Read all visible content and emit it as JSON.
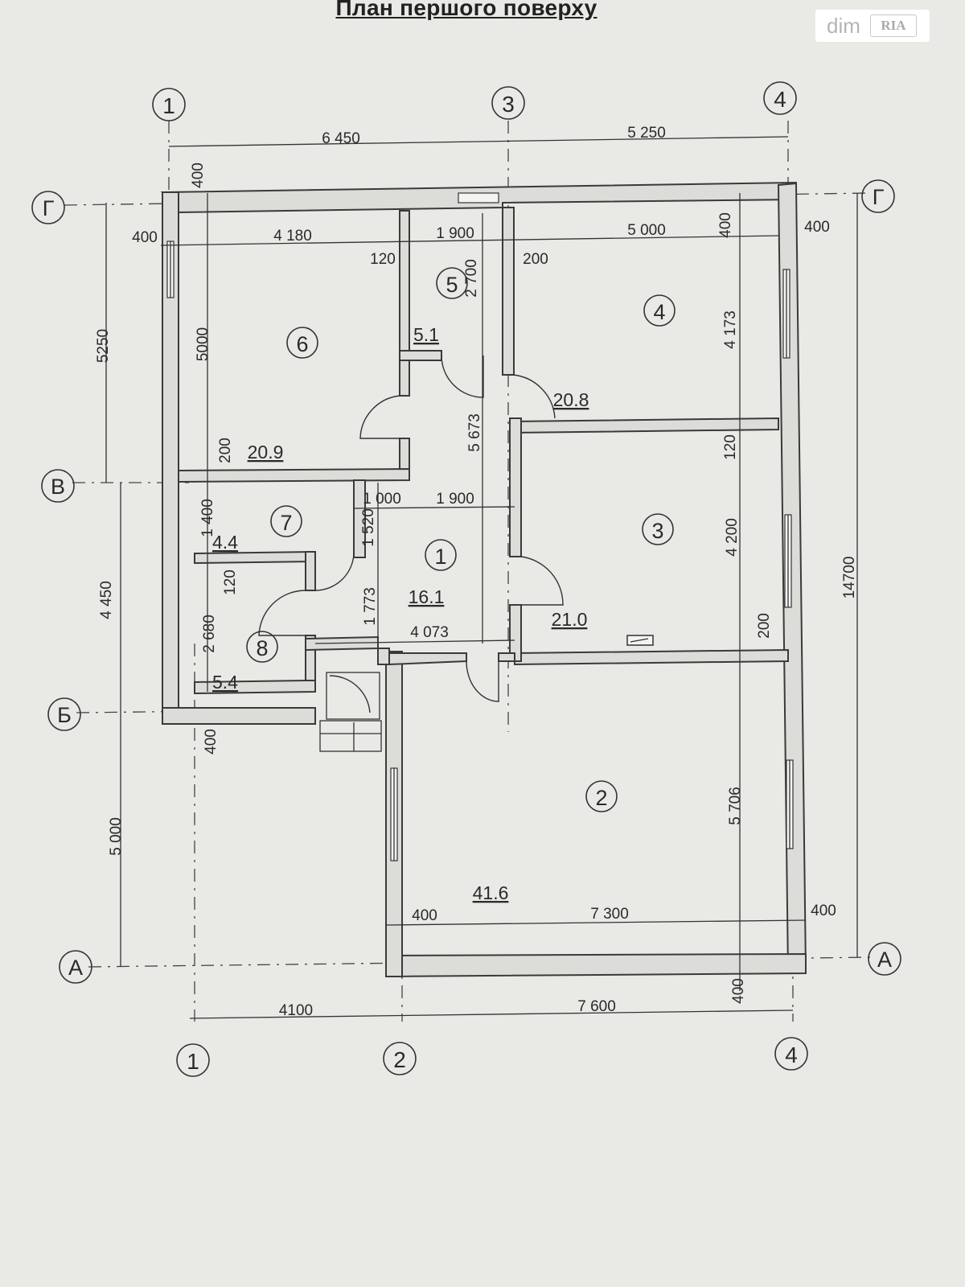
{
  "title": "План першого поверху",
  "watermark": {
    "brand": "dim",
    "badge": "RIA"
  },
  "axes": {
    "columns": [
      "1",
      "2",
      "3",
      "4"
    ],
    "rows": [
      "Г",
      "В",
      "Б",
      "А"
    ]
  },
  "rooms": [
    {
      "number": "1",
      "area": "16.1"
    },
    {
      "number": "2",
      "area": "41.6"
    },
    {
      "number": "3",
      "area": "21.0"
    },
    {
      "number": "4",
      "area": "20.8"
    },
    {
      "number": "5",
      "area": "5.1"
    },
    {
      "number": "6",
      "area": "20.9"
    },
    {
      "number": "7",
      "area": "4.4"
    },
    {
      "number": "8",
      "area": "5.4"
    }
  ],
  "dimensions": {
    "top_1_3": "6 450",
    "top_3_4": "5 250",
    "bottom_1_2": "4100",
    "bottom_2_4": "7 600",
    "left_g_v": "5250",
    "left_v_b": "4 450",
    "left_b_a": "5 000",
    "right_total": "14700",
    "wall_400_top": "400",
    "wall_400_left": "400",
    "room6_width": "4 180",
    "room5_width": "1 900",
    "room4_width": "5 000",
    "wall_400_right_top": "400",
    "wall_400_right": "400",
    "partition_120": "120",
    "partition_200": "200",
    "room5_depth": "2 700",
    "room6_depth": "5000",
    "room4_depth": "4 173",
    "room6_200": "200",
    "hall_5673": "5 673",
    "room3_120": "120",
    "hall_1000": "1 000",
    "hall_1900": "1 900",
    "room7_1400": "1 400",
    "hall_1520": "1 520",
    "room3_depth": "4 200",
    "room8_120": "120",
    "hall_1773": "1 773",
    "room8_2680": "2 680",
    "hall_4073": "4 073",
    "room3_200": "200",
    "wall_400_bl": "400",
    "room2_depth": "5 706",
    "room2_400_left": "400",
    "room2_width": "7 300",
    "room2_400_right": "400",
    "wall_400_bottom": "400"
  }
}
